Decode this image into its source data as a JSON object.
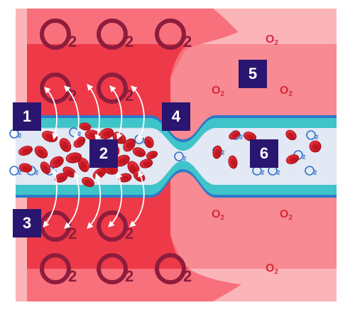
{
  "labels": {
    "marker_1": "1",
    "marker_2": "2",
    "marker_3": "3",
    "marker_4": "4",
    "marker_5": "5",
    "marker_6": "6",
    "o2": "O",
    "o2_sub": "2"
  },
  "colors": {
    "tissue_hypoxic_dark": "#ee3a48",
    "tissue_hypoxic_light": "#f7707b",
    "tissue_normal_dark": "#f78a92",
    "tissue_normal_light": "#fbb5b9",
    "vessel_wall_teal": "#3fc4c9",
    "vessel_wall_blue": "#2e78c8",
    "vessel_lumen": "#e2e8f4",
    "red_blood_cell": "#d6141f",
    "o2_large": "#8e1c3c",
    "o2_small_tissue": "#d8283a",
    "o2_small_vessel": "#2f6fc9",
    "marker_bg": "#2a1670",
    "arrow": "#ffffff"
  }
}
